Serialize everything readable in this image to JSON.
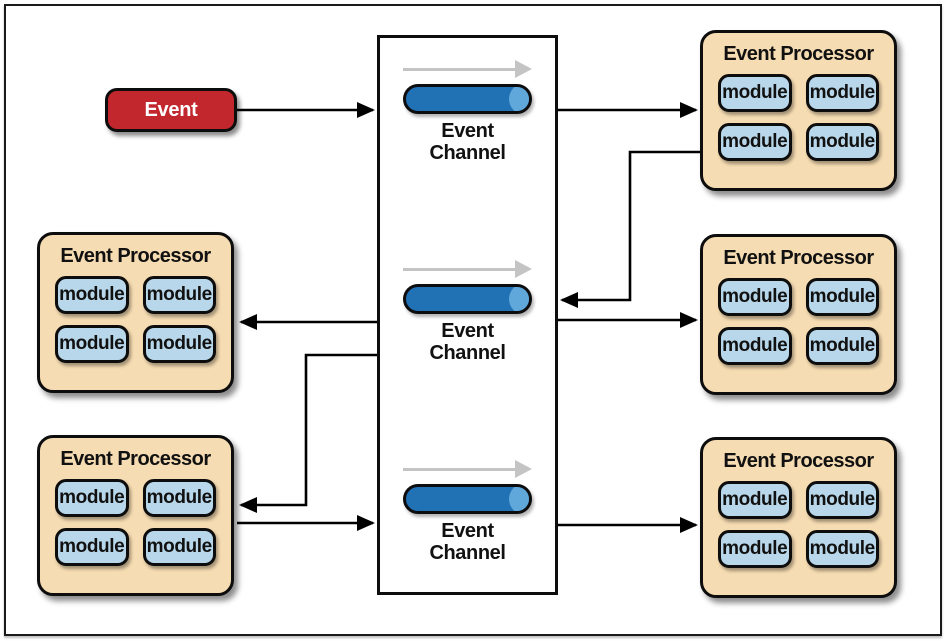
{
  "diagram": {
    "type": "event-driven-architecture-broker-topology",
    "event_node": {
      "label": "Event"
    },
    "channel_box": {
      "channels": [
        {
          "label": "Event Channel"
        },
        {
          "label": "Event Channel"
        },
        {
          "label": "Event Channel"
        }
      ]
    },
    "processors": [
      {
        "position": "right-top",
        "title": "Event Processor",
        "modules": [
          "module",
          "module",
          "module",
          "module"
        ]
      },
      {
        "position": "right-middle",
        "title": "Event Processor",
        "modules": [
          "module",
          "module",
          "module",
          "module"
        ]
      },
      {
        "position": "right-bottom",
        "title": "Event Processor",
        "modules": [
          "module",
          "module",
          "module",
          "module"
        ]
      },
      {
        "position": "left-middle",
        "title": "Event Processor",
        "modules": [
          "module",
          "module",
          "module",
          "module"
        ]
      },
      {
        "position": "left-bottom",
        "title": "Event Processor",
        "modules": [
          "module",
          "module",
          "module",
          "module"
        ]
      }
    ],
    "connections": [
      {
        "from": "event",
        "to": "channel-1",
        "direction": "right"
      },
      {
        "from": "channel-1",
        "to": "processor-right-top",
        "direction": "right"
      },
      {
        "from": "processor-right-top",
        "to": "channel-2",
        "direction": "left"
      },
      {
        "from": "channel-2",
        "to": "processor-right-middle",
        "direction": "right"
      },
      {
        "from": "channel-2",
        "to": "processor-left-middle",
        "direction": "left"
      },
      {
        "from": "channel-2",
        "to": "processor-left-bottom",
        "direction": "left"
      },
      {
        "from": "processor-left-bottom",
        "to": "channel-3",
        "direction": "right"
      },
      {
        "from": "channel-3",
        "to": "processor-right-bottom",
        "direction": "right"
      }
    ],
    "colors": {
      "event_red": "#c1272d",
      "processor_tan": "#f6dcb2",
      "module_blue": "#b8d7ea",
      "channel_pill_blue": "#2171b5",
      "channel_pill_cap_blue": "#5fa8d9",
      "flow_arrow_gray": "#c4c4c4",
      "connector_black": "#000000",
      "frame_black": "#1a1a1a"
    }
  }
}
